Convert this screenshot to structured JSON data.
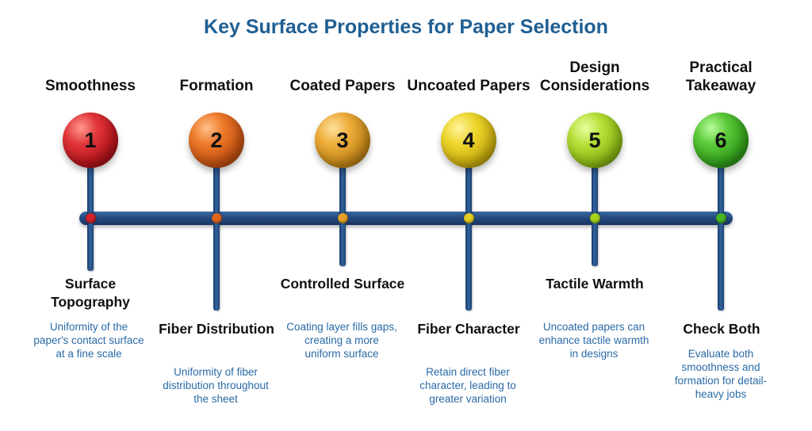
{
  "title": "Key Surface Properties for Paper Selection",
  "steps": [
    {
      "number": "1",
      "heading": "Smoothness",
      "subheading": "Surface Topography",
      "description": "Uniformity of the paper's contact surface at a fine scale",
      "color": "#d0232a"
    },
    {
      "number": "2",
      "heading": "Formation",
      "subheading": "Fiber Distribution",
      "description": "Uniformity of fiber distribution throughout the sheet",
      "color": "#e0661e"
    },
    {
      "number": "3",
      "heading": "Coated Papers",
      "subheading": "Controlled Surface",
      "description": "Coating layer fills gaps, creating a more uniform surface",
      "color": "#e3a126"
    },
    {
      "number": "4",
      "heading": "Uncoated Papers",
      "subheading": "Fiber Character",
      "description": "Retain direct fiber character, leading to greater variation",
      "color": "#e6cc1f"
    },
    {
      "number": "5",
      "heading": "Design Considerations",
      "subheading": "Tactile Warmth",
      "description": "Uncoated papers can enhance tactile warmth in designs",
      "color": "#a6d21e"
    },
    {
      "number": "6",
      "heading": "Practical Takeaway",
      "subheading": "Check Both",
      "description": "Evaluate both smoothness and formation for detail-heavy jobs",
      "color": "#48b525"
    }
  ]
}
